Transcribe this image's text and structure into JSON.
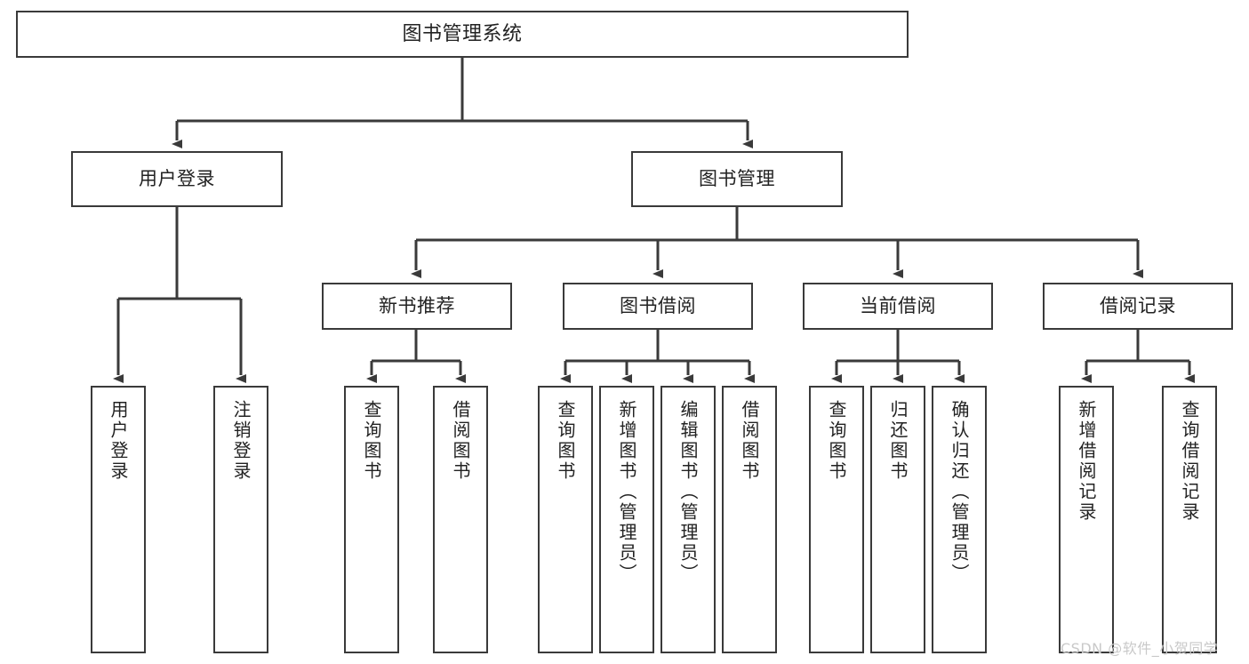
{
  "diagram": {
    "title": "图书管理系统",
    "watermark": "CSDN @软件_小贺同学",
    "colors": {
      "stroke": "#3a3a3a",
      "fill": "#ffffff",
      "text": "#222222",
      "watermark": "#c9c9c9"
    },
    "root": {
      "label": "图书管理系统"
    },
    "level2": [
      {
        "label": "用户登录"
      },
      {
        "label": "图书管理"
      }
    ],
    "level3": [
      {
        "label": "新书推荐"
      },
      {
        "label": "图书借阅"
      },
      {
        "label": "当前借阅"
      },
      {
        "label": "借阅记录"
      }
    ],
    "leaves": {
      "user_login": [
        {
          "label": "用户登录"
        },
        {
          "label": "注销登录"
        }
      ],
      "new_book": [
        {
          "label": "查询图书"
        },
        {
          "label": "借阅图书"
        }
      ],
      "borrow": [
        {
          "label": "查询图书"
        },
        {
          "label": "新增图书（管理员）"
        },
        {
          "label": "编辑图书（管理员）"
        },
        {
          "label": "借阅图书"
        }
      ],
      "current": [
        {
          "label": "查询图书"
        },
        {
          "label": "归还图书"
        },
        {
          "label": "确认归还（管理员）"
        }
      ],
      "records": [
        {
          "label": "新增借阅记录"
        },
        {
          "label": "查询借阅记录"
        }
      ]
    }
  }
}
